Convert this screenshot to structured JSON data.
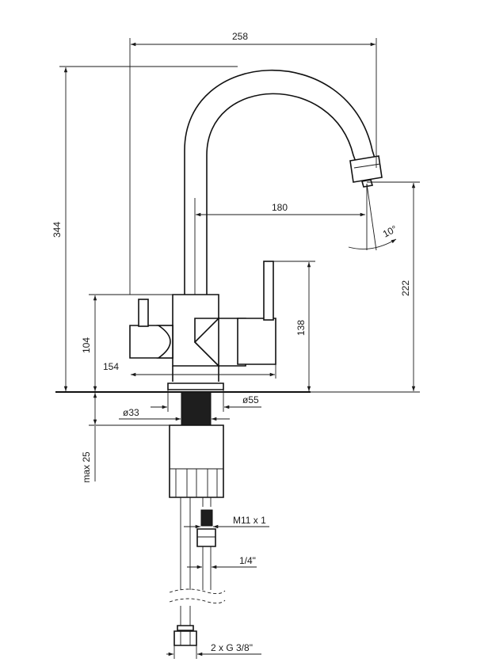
{
  "dimensions": {
    "overall_width": "258",
    "overall_height": "344",
    "spout_reach": "180",
    "spout_angle": "10°",
    "spout_height": "222",
    "lever_height": "138",
    "body_height": "104",
    "body_width": "154",
    "base_diameter": "ø55",
    "shank_diameter": "ø33",
    "max_thickness": "max 25",
    "hose_thread": "M11 x 1",
    "fitting": "1/4\"",
    "connection": "2 x G 3/8\""
  },
  "colors": {
    "line": "#1a1a1a",
    "fill_dark": "#1e1e1e",
    "background": "#ffffff"
  }
}
